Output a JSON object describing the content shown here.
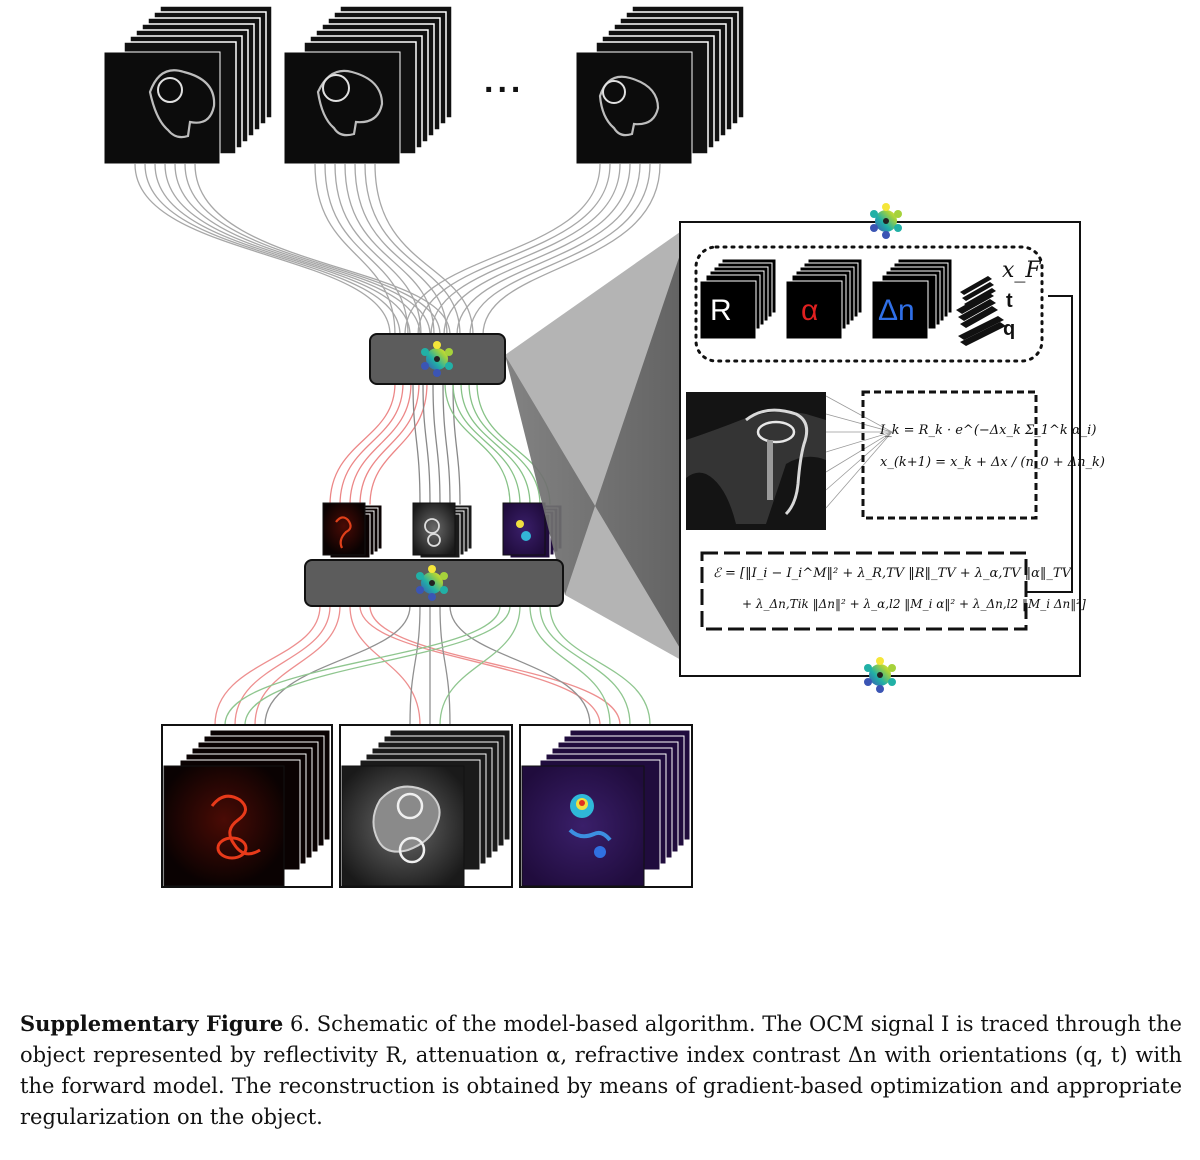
{
  "figure": {
    "ellipsis": "...",
    "parameter_labels": {
      "reflectivity": "R",
      "attenuation": "α",
      "refractive_index": "Δn"
    },
    "side_labels": {
      "focus": "x_F",
      "t": "t",
      "q": "q"
    },
    "equations": {
      "intensity": "I_k = R_k · e^(−Δx_k Σ_1^k α_i)",
      "position": "x_(k+1) = x_k + Δx / (n_0 + Δn_k)",
      "loss_line1": "ℰ = [‖I_i − I_i^M‖² + λ_R,TV ‖R‖_TV + λ_α,TV ‖α‖_TV",
      "loss_line2": "+ λ_Δn,Tik ‖Δn‖² + λ_α,l2 ‖M_i α‖² + λ_Δn,l2 ‖M_i Δn‖²]"
    },
    "colors": {
      "red_path": "#e86a6a",
      "green_path": "#6ab36a",
      "gray_path": "#7a7a7a",
      "node_fill": "#5c5c5c",
      "alpha_red": "#e02020",
      "dn_blue": "#2f6fe8"
    }
  },
  "caption": {
    "label": "Supplementary Figure",
    "number": "6.",
    "text": "Schematic of the model-based algorithm. The OCM signal I is traced through the object represented by reflectivity R, attenuation α, refractive index contrast Δn with orientations (q, t) with the forward model. The reconstruction is obtained by means of gradient-based optimization and appropriate regularization on the object."
  }
}
